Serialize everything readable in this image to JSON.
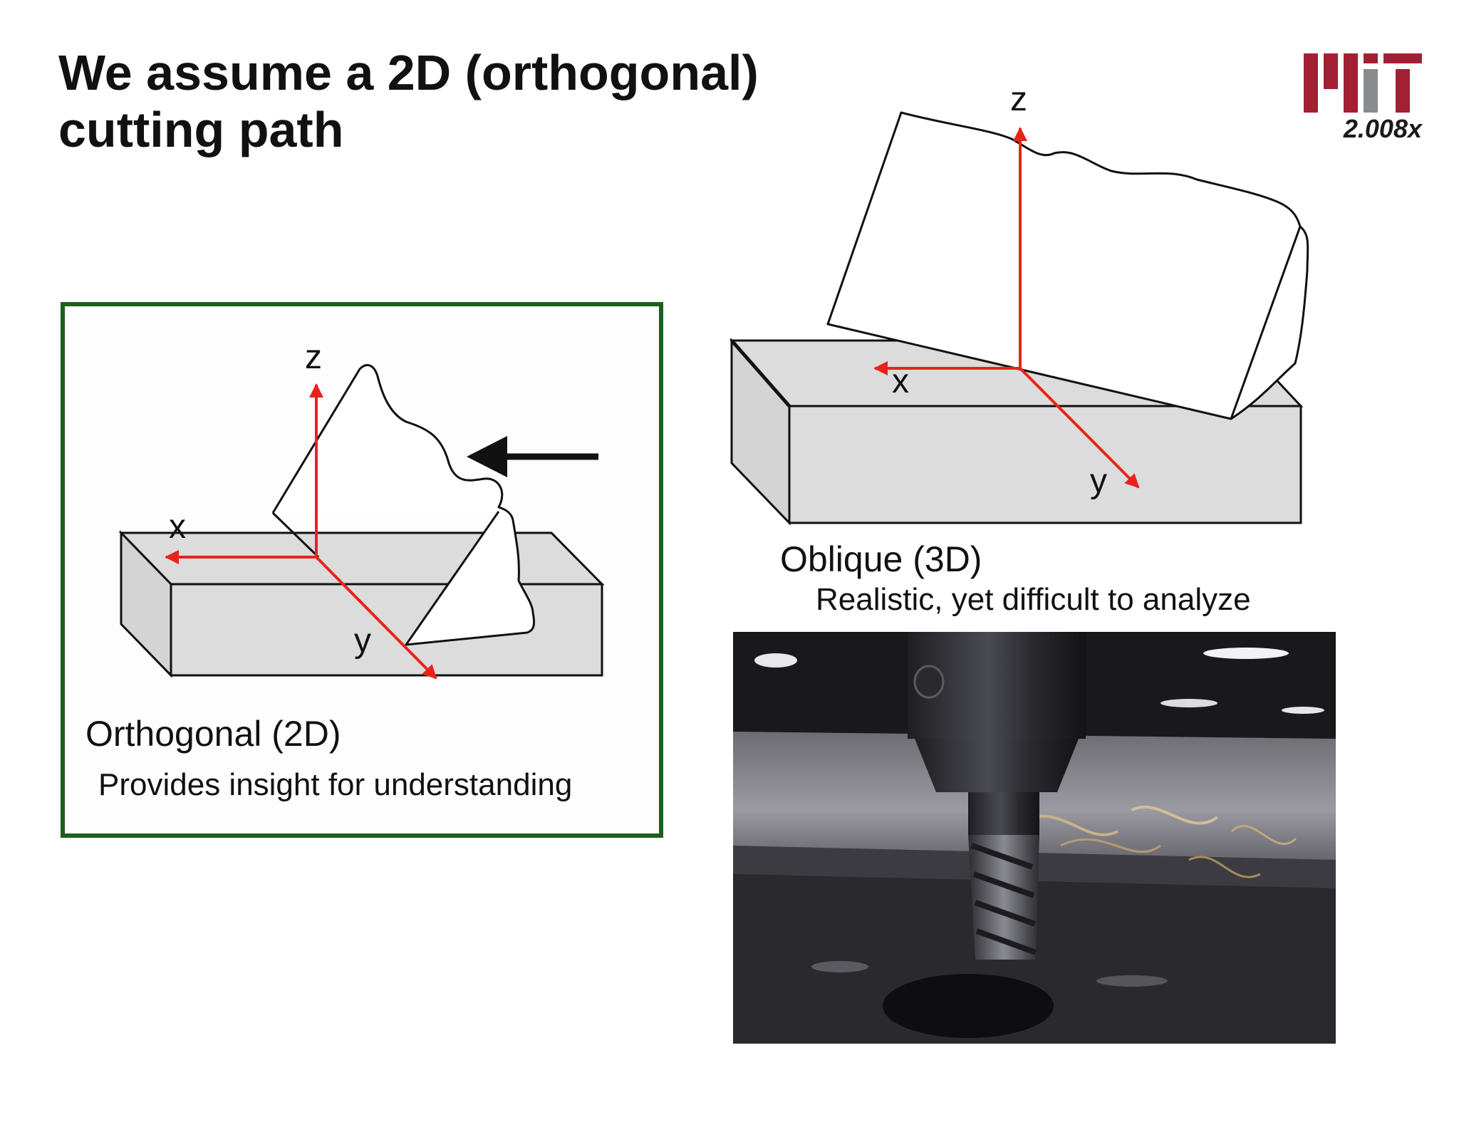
{
  "title": {
    "line1": "We assume a 2D (orthogonal)",
    "line2": "cutting path"
  },
  "logo": {
    "mark": "MIT",
    "course": "2.008x",
    "colors": {
      "red": "#A31F34",
      "gray": "#8A8B8C"
    }
  },
  "orthogonal_panel": {
    "axes": {
      "z": "z",
      "x": "x",
      "y": "y"
    },
    "caption": "Orthogonal (2D)",
    "subcaption": "Provides insight for understanding",
    "border_color": "#1e5e1e",
    "arrow_icon": "left-arrow-icon"
  },
  "oblique_panel": {
    "axes": {
      "z": "z",
      "x": "x",
      "y": "y"
    },
    "caption": "Oblique (3D)",
    "subcaption": "Realistic, yet difficult to analyze"
  },
  "photo": {
    "subject": "end-mill-cutting-photo"
  },
  "colors": {
    "axis": "#e8231a",
    "block_fill": "#dcdcdc",
    "line": "#111111"
  }
}
